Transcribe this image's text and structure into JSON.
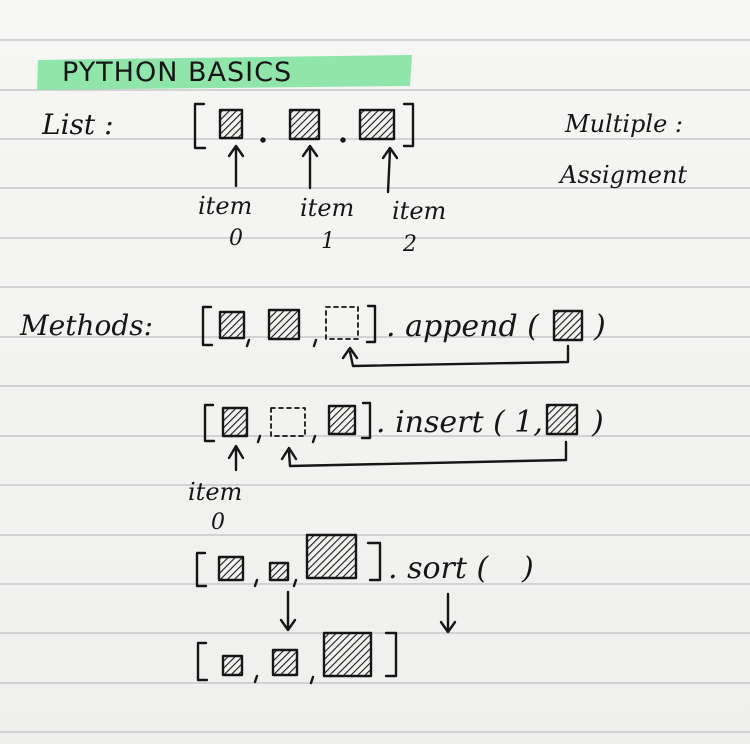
{
  "title": "PYTHON BASICS",
  "labels": {
    "list": "List :",
    "methods": "Methods:",
    "multiple": "Multiple :",
    "assignment": "Assigment"
  },
  "list_items": [
    {
      "word": "item",
      "index": "0"
    },
    {
      "word": "item",
      "index": "1"
    },
    {
      "word": "item",
      "index": "2"
    }
  ],
  "append": {
    "method": ". append (",
    "close": ")"
  },
  "insert": {
    "method": ". insert ( 1,",
    "close": ")",
    "pointer": {
      "word": "item",
      "index": "0"
    }
  },
  "sort": {
    "method": ". sort (",
    "close": ")"
  },
  "colors": {
    "highlight": "#86e3a4",
    "ink": "#161616",
    "rule": "#c9c9cc"
  }
}
